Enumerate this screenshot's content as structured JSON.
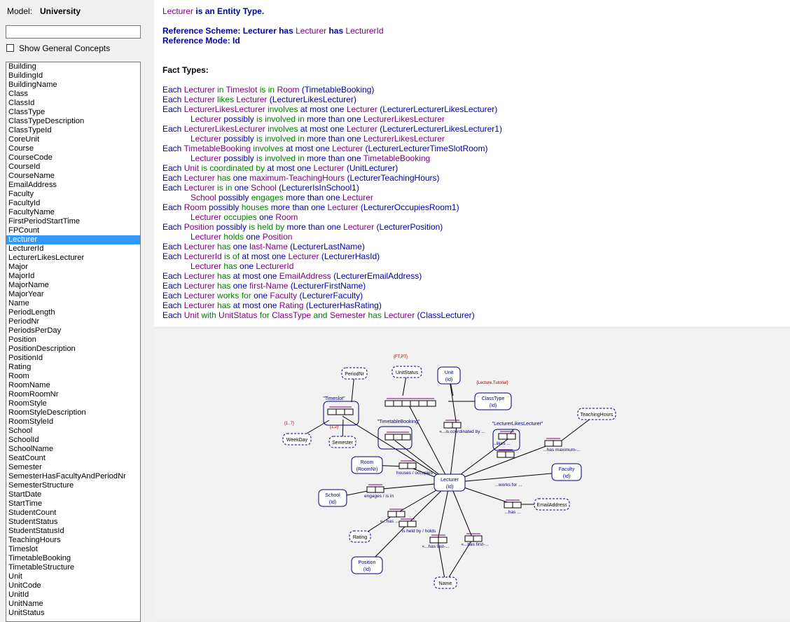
{
  "model": {
    "label": "Model:",
    "name": "University"
  },
  "search": {
    "value": "",
    "placeholder": ""
  },
  "show_general": {
    "label": "Show General Concepts",
    "checked": false
  },
  "list": {
    "selected": "Lecturer",
    "items": [
      "Building",
      "BuildingId",
      "BuildingName",
      "Class",
      "ClassId",
      "ClassType",
      "ClassTypeDescription",
      "ClassTypeId",
      "CoreUnit",
      "Course",
      "CourseCode",
      "CourseId",
      "CourseName",
      "EmailAddress",
      "Faculty",
      "FacultyId",
      "FacultyName",
      "FirstPeriodStartTime",
      "FPCount",
      "Lecturer",
      "LecturerId",
      "LecturerLikesLecturer",
      "Major",
      "MajorId",
      "MajorName",
      "MajorYear",
      "Name",
      "PeriodLength",
      "PeriodNr",
      "PeriodsPerDay",
      "Position",
      "PositionDescription",
      "PositionId",
      "Rating",
      "Room",
      "RoomName",
      "RoomRoomNr",
      "RoomStyle",
      "RoomStyleDescription",
      "RoomStyleId",
      "School",
      "SchoolId",
      "SchoolName",
      "SeatCount",
      "Semester",
      "SemesterHasFacultyAndPeriodNr",
      "SemesterStructure",
      "StartDate",
      "StartTime",
      "StudentCount",
      "StudentStatus",
      "StudentStatusId",
      "TeachingHours",
      "Timeslot",
      "TimetableBooking",
      "TimetableStructure",
      "Unit",
      "UnitCode",
      "UnitId",
      "UnitName",
      "UnitStatus"
    ]
  },
  "info": {
    "lines": [
      [
        {
          "t": "Lecturer",
          "c": "obj"
        },
        {
          "t": " is an Entity Type.",
          "c": "kw b"
        }
      ],
      [],
      [
        {
          "t": "Reference Scheme: Lecturer has ",
          "c": "kw b"
        },
        {
          "t": "Lecturer",
          "c": "obj"
        },
        {
          "t": " has ",
          "c": "kw b"
        },
        {
          "t": "LecturerId",
          "c": "obj"
        }
      ],
      [
        {
          "t": "Reference Mode: Id",
          "c": "kw b"
        }
      ],
      [],
      [],
      [
        {
          "t": "Fact Types:",
          "c": "b"
        }
      ],
      [],
      [
        {
          "t": "Each ",
          "c": "kw"
        },
        {
          "t": "Lecturer",
          "c": "obj"
        },
        {
          "t": " in ",
          "c": "pred"
        },
        {
          "t": "Timeslot",
          "c": "obj"
        },
        {
          "t": " is in ",
          "c": "pred"
        },
        {
          "t": "Room",
          "c": "obj"
        },
        {
          "t": " (",
          "c": "kw"
        },
        {
          "t": "TimetableBooking",
          "c": "kw"
        },
        {
          "t": ")",
          "c": "kw"
        }
      ],
      [
        {
          "t": "Each ",
          "c": "kw"
        },
        {
          "t": "Lecturer",
          "c": "obj"
        },
        {
          "t": " likes ",
          "c": "pred"
        },
        {
          "t": "Lecturer",
          "c": "obj"
        },
        {
          "t": " (LecturerLikesLecturer)",
          "c": "kw"
        }
      ],
      [
        {
          "t": "Each ",
          "c": "kw"
        },
        {
          "t": "LecturerLikesLecturer",
          "c": "obj"
        },
        {
          "t": " involves ",
          "c": "pred"
        },
        {
          "t": "at most one ",
          "c": "kw"
        },
        {
          "t": "Lecturer",
          "c": "obj"
        },
        {
          "t": " (LecturerLecturerLikesLecturer)",
          "c": "kw"
        }
      ],
      [
        {
          "t": "Lecturer",
          "c": "obj",
          "ind": true
        },
        {
          "t": " possibly ",
          "c": "kw"
        },
        {
          "t": "is involved in ",
          "c": "pred"
        },
        {
          "t": "more than one ",
          "c": "kw"
        },
        {
          "t": "LecturerLikesLecturer",
          "c": "obj"
        }
      ],
      [
        {
          "t": "Each ",
          "c": "kw"
        },
        {
          "t": "LecturerLikesLecturer",
          "c": "obj"
        },
        {
          "t": " involves ",
          "c": "pred"
        },
        {
          "t": "at most one ",
          "c": "kw"
        },
        {
          "t": "Lecturer",
          "c": "obj"
        },
        {
          "t": " (LecturerLecturerLikesLecturer1)",
          "c": "kw"
        }
      ],
      [
        {
          "t": "Lecturer",
          "c": "obj",
          "ind": true
        },
        {
          "t": " possibly ",
          "c": "kw"
        },
        {
          "t": "is involved in ",
          "c": "pred"
        },
        {
          "t": "more than one ",
          "c": "kw"
        },
        {
          "t": "LecturerLikesLecturer",
          "c": "obj"
        }
      ],
      [
        {
          "t": "Each ",
          "c": "kw"
        },
        {
          "t": "TimetableBooking",
          "c": "obj"
        },
        {
          "t": " involves ",
          "c": "pred"
        },
        {
          "t": "at most one ",
          "c": "kw"
        },
        {
          "t": "Lecturer",
          "c": "obj"
        },
        {
          "t": " (LecturerLecturerTimeSlotRoom)",
          "c": "kw"
        }
      ],
      [
        {
          "t": "Lecturer",
          "c": "obj",
          "ind": true
        },
        {
          "t": " possibly ",
          "c": "kw"
        },
        {
          "t": "is involved in ",
          "c": "pred"
        },
        {
          "t": "more than one ",
          "c": "kw"
        },
        {
          "t": "TimetableBooking",
          "c": "obj"
        }
      ],
      [
        {
          "t": "Each ",
          "c": "kw"
        },
        {
          "t": "Unit",
          "c": "obj"
        },
        {
          "t": " is coordinated by ",
          "c": "pred"
        },
        {
          "t": "at most one ",
          "c": "kw"
        },
        {
          "t": "Lecturer",
          "c": "obj"
        },
        {
          "t": " (UnitLecturer)",
          "c": "kw"
        }
      ],
      [
        {
          "t": "Each ",
          "c": "kw"
        },
        {
          "t": "Lecturer",
          "c": "obj"
        },
        {
          "t": " has ",
          "c": "pred"
        },
        {
          "t": "one ",
          "c": "kw"
        },
        {
          "t": "maximum-TeachingHours",
          "c": "obj"
        },
        {
          "t": " (LecturerTeachingHours)",
          "c": "kw"
        }
      ],
      [
        {
          "t": "Each ",
          "c": "kw"
        },
        {
          "t": "Lecturer",
          "c": "obj"
        },
        {
          "t": " is in ",
          "c": "pred"
        },
        {
          "t": "one ",
          "c": "kw"
        },
        {
          "t": "School",
          "c": "obj"
        },
        {
          "t": " (LecturerIsInSchool1)",
          "c": "kw"
        }
      ],
      [
        {
          "t": "School",
          "c": "obj",
          "ind": true
        },
        {
          "t": " possibly ",
          "c": "kw"
        },
        {
          "t": "engages ",
          "c": "pred"
        },
        {
          "t": "more than one ",
          "c": "kw"
        },
        {
          "t": "Lecturer",
          "c": "obj"
        }
      ],
      [
        {
          "t": "Each ",
          "c": "kw"
        },
        {
          "t": "Room",
          "c": "obj"
        },
        {
          "t": " possibly ",
          "c": "kw"
        },
        {
          "t": "houses ",
          "c": "pred"
        },
        {
          "t": "more than one ",
          "c": "kw"
        },
        {
          "t": "Lecturer",
          "c": "obj"
        },
        {
          "t": " (LecturerOccupiesRoom1)",
          "c": "kw"
        }
      ],
      [
        {
          "t": "Lecturer",
          "c": "obj",
          "ind": true
        },
        {
          "t": " occupies ",
          "c": "pred"
        },
        {
          "t": "one ",
          "c": "kw"
        },
        {
          "t": "Room",
          "c": "obj"
        }
      ],
      [
        {
          "t": "Each ",
          "c": "kw"
        },
        {
          "t": "Position",
          "c": "obj"
        },
        {
          "t": " possibly ",
          "c": "kw"
        },
        {
          "t": "is held by ",
          "c": "pred"
        },
        {
          "t": "more than one ",
          "c": "kw"
        },
        {
          "t": "Lecturer",
          "c": "obj"
        },
        {
          "t": " (LecturerPosition)",
          "c": "kw"
        }
      ],
      [
        {
          "t": "Lecturer",
          "c": "obj",
          "ind": true
        },
        {
          "t": " holds ",
          "c": "pred"
        },
        {
          "t": "one ",
          "c": "kw"
        },
        {
          "t": "Position",
          "c": "obj"
        }
      ],
      [
        {
          "t": "Each ",
          "c": "kw"
        },
        {
          "t": "Lecturer",
          "c": "obj"
        },
        {
          "t": " has ",
          "c": "pred"
        },
        {
          "t": "one ",
          "c": "kw"
        },
        {
          "t": "last-Name",
          "c": "obj"
        },
        {
          "t": " (LecturerLastName)",
          "c": "kw"
        }
      ],
      [
        {
          "t": "Each ",
          "c": "kw"
        },
        {
          "t": "LecturerId",
          "c": "obj"
        },
        {
          "t": " is of ",
          "c": "pred"
        },
        {
          "t": "at most one ",
          "c": "kw"
        },
        {
          "t": "Lecturer",
          "c": "obj"
        },
        {
          "t": " (LecturerHasId)",
          "c": "kw"
        }
      ],
      [
        {
          "t": "Lecturer",
          "c": "obj",
          "ind": true
        },
        {
          "t": " has ",
          "c": "pred"
        },
        {
          "t": "one ",
          "c": "kw"
        },
        {
          "t": "LecturerId",
          "c": "obj"
        }
      ],
      [
        {
          "t": "Each ",
          "c": "kw"
        },
        {
          "t": "Lecturer",
          "c": "obj"
        },
        {
          "t": " has ",
          "c": "pred"
        },
        {
          "t": "at most one ",
          "c": "kw"
        },
        {
          "t": "EmailAddress",
          "c": "obj"
        },
        {
          "t": " (LecturerEmailAddress)",
          "c": "kw"
        }
      ],
      [
        {
          "t": "Each ",
          "c": "kw"
        },
        {
          "t": "Lecturer",
          "c": "obj"
        },
        {
          "t": " has ",
          "c": "pred"
        },
        {
          "t": "one ",
          "c": "kw"
        },
        {
          "t": "first-Name",
          "c": "obj"
        },
        {
          "t": " (LecturerFirstName)",
          "c": "kw"
        }
      ],
      [
        {
          "t": "Each ",
          "c": "kw"
        },
        {
          "t": "Lecturer",
          "c": "obj"
        },
        {
          "t": " works for ",
          "c": "pred"
        },
        {
          "t": "one ",
          "c": "kw"
        },
        {
          "t": "Faculty",
          "c": "obj"
        },
        {
          "t": " (LecturerFaculty)",
          "c": "kw"
        }
      ],
      [
        {
          "t": "Each ",
          "c": "kw"
        },
        {
          "t": "Lecturer",
          "c": "obj"
        },
        {
          "t": " has ",
          "c": "pred"
        },
        {
          "t": "at most one ",
          "c": "kw"
        },
        {
          "t": "Rating",
          "c": "obj"
        },
        {
          "t": " (LecturerHasRating)",
          "c": "kw"
        }
      ],
      [
        {
          "t": "Each ",
          "c": "kw"
        },
        {
          "t": "Unit",
          "c": "obj"
        },
        {
          "t": " with ",
          "c": "pred"
        },
        {
          "t": "UnitStatus",
          "c": "obj"
        },
        {
          "t": " for ",
          "c": "pred"
        },
        {
          "t": "ClassType",
          "c": "obj"
        },
        {
          "t": " and ",
          "c": "pred"
        },
        {
          "t": "Semester",
          "c": "obj"
        },
        {
          "t": " has ",
          "c": "pred"
        },
        {
          "t": "Lecturer",
          "c": "obj"
        },
        {
          "t": " (ClassLecturer)",
          "c": "kw"
        }
      ]
    ]
  },
  "diagram": {
    "entities": [
      {
        "id": "lecturer",
        "name": "Lecturer",
        "ref": "(Id)"
      },
      {
        "id": "unit",
        "name": "Unit",
        "ref": "(Id)"
      },
      {
        "id": "classtype",
        "name": "ClassType",
        "ref": "(Id)"
      },
      {
        "id": "room",
        "name": "Room",
        "ref": "(RoomNr)"
      },
      {
        "id": "school",
        "name": "School",
        "ref": "(Id)"
      },
      {
        "id": "faculty",
        "name": "Faculty",
        "ref": "(Id)"
      },
      {
        "id": "position",
        "name": "Position",
        "ref": "(Id)"
      }
    ],
    "values": [
      {
        "id": "periodnr",
        "name": "PeriodNr"
      },
      {
        "id": "unitstatus",
        "name": "UnitStatus"
      },
      {
        "id": "weekday",
        "name": "WeekDay"
      },
      {
        "id": "semester",
        "name": "Semester"
      },
      {
        "id": "teachinghours",
        "name": "TeachingHours"
      },
      {
        "id": "emailaddress",
        "name": "EmailAddress"
      },
      {
        "id": "rating",
        "name": "Rating"
      },
      {
        "id": "name",
        "name": "Name"
      }
    ],
    "objectified": [
      {
        "id": "timeslot",
        "name": "\"Timeslot\""
      },
      {
        "id": "timetablebooking",
        "name": "\"TimetableBooking\""
      },
      {
        "id": "lll",
        "name": "\"LecturerLikesLecturer\""
      }
    ],
    "constraints": [
      {
        "id": "c_ftpt",
        "text": "{FT,PT}"
      },
      {
        "id": "c_lt",
        "text": "{Lecture,Tutorial}"
      },
      {
        "id": "c_17",
        "text": "{1..7}"
      },
      {
        "id": "c_12",
        "text": "{1,2}"
      }
    ],
    "readings": [
      {
        "id": "r_coord",
        "text": "«...is coordinated by ..."
      },
      {
        "id": "r_likes",
        "text": "...likes ..."
      },
      {
        "id": "r_max",
        "text": "...has maximum-..."
      },
      {
        "id": "r_houses",
        "text": "houses  / occupies"
      },
      {
        "id": "r_works",
        "text": "...works for ..."
      },
      {
        "id": "r_engages",
        "text": "engages  / is in"
      },
      {
        "id": "r_has1",
        "text": "«...has ..."
      },
      {
        "id": "r_has2",
        "text": "...has ..."
      },
      {
        "id": "r_held",
        "text": "is held by  / holds"
      },
      {
        "id": "r_last",
        "text": "«...has last-..."
      },
      {
        "id": "r_first",
        "text": "«...has first-..."
      }
    ]
  },
  "colors": {
    "keyword": "#0000a8",
    "object": "#800080",
    "predicate": "#008000",
    "selection": "#3399ff",
    "constraint": "#a00000"
  }
}
